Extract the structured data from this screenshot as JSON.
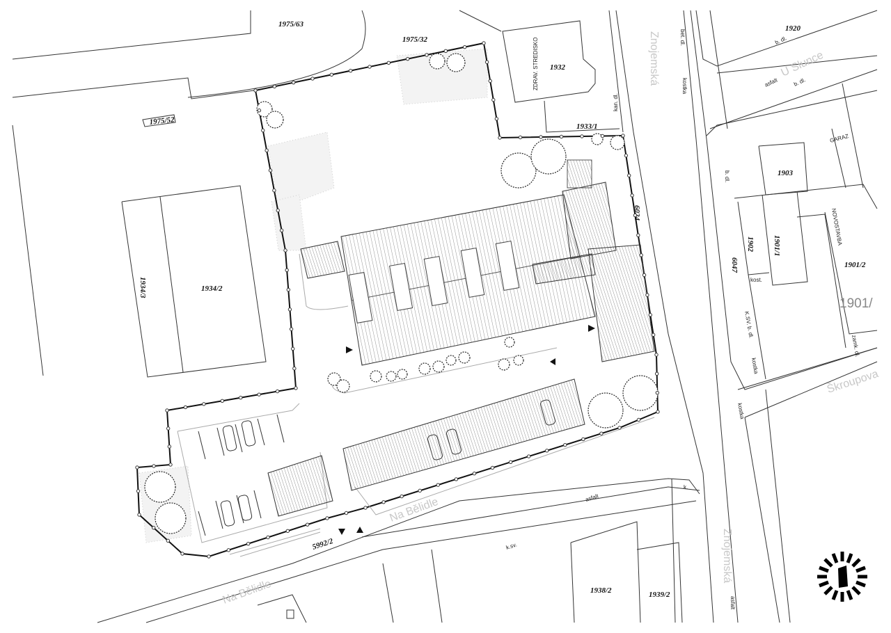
{
  "parcels": {
    "p1975_63": "1975/63",
    "p1975_32": "1975/32",
    "p1975_52": "1975/52",
    "p1932": "1932",
    "p1933_1": "1933/1",
    "p1920": "1920",
    "p1903": "1903",
    "p1902": "1902",
    "p1901_1": "1901/1",
    "p1901_2": "1901/2",
    "p1901_big": "1901/",
    "p6024": "6024",
    "p6047": "6047",
    "p1934_3": "1934/3",
    "p1934_2": "1934/2",
    "p5992_2": "5992/2",
    "p1938_2": "1938/2",
    "p1939_2": "1939/2"
  },
  "buildings": {
    "health_center": "ZDRAV. STREDISKO",
    "garage": "GARAZ",
    "new_building": "NOVOSTAVBA"
  },
  "streets": {
    "znojemska_top": "Znojemská",
    "znojemska_bottom": "Znojemská",
    "u_slunce": "U Slunce",
    "skroupova": "Škroupova",
    "na_belidle_1": "Na Bělidle",
    "na_belidle_2": "Na Bělidle"
  },
  "surface_notes": {
    "bet_dl": "bet. dl.",
    "kostka_1": "kostka",
    "b_dl_1": "b. dl.",
    "asfalt_1": "asfalt",
    "b_dl_2": "b. dl.",
    "kan_dl": "kan. dl.",
    "b_dl_3": "b. dl.",
    "kost": "kost.",
    "ksv_bdl": "K.SV. b. dl.",
    "kostka_2": "kostka",
    "zamk_dl": "zamk. dl.",
    "kostka_3": "kostka",
    "asfalt_2": "asfalt",
    "k_sv": "k.sv.",
    "k": "k.",
    "asfalt_3": "asfalt"
  }
}
